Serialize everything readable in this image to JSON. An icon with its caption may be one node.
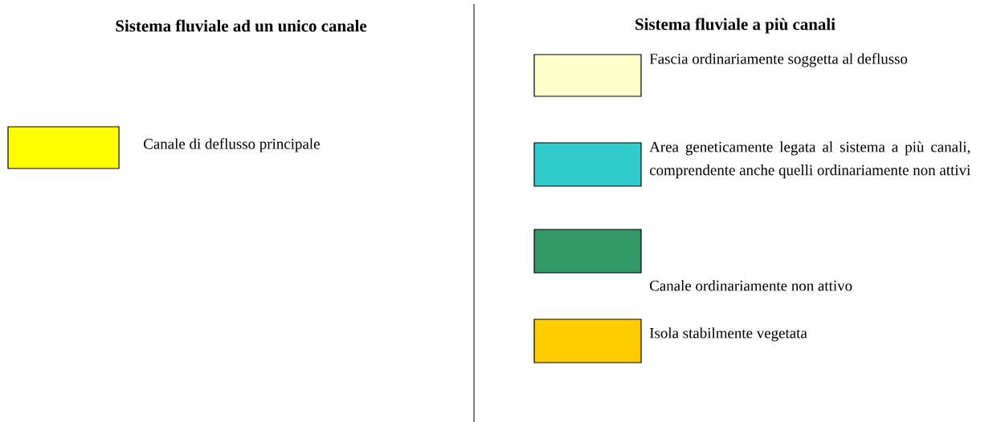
{
  "diagram": {
    "labels": [
      "Sistema fluviale ad un unico canale",
      "Sistema fluviale a più canali"
    ],
    "legend": [
      {
        "text": "Canale di deflusso principale",
        "color": "#ffff00"
      },
      {
        "text": "Fascia ordinariamente soggetta al deflusso",
        "color": "#ffffcc"
      },
      {
        "text": "Area geneticamente legata al sistema a più canali, comprendente anche quelli ordinariamente non attivi",
        "color": "#33cccc"
      },
      {
        "text": "Canale ordinariamente non attivo",
        "color": "#339966"
      },
      {
        "text": "Isola stabilmente vegetata",
        "color": "#ffcc00"
      }
    ]
  }
}
